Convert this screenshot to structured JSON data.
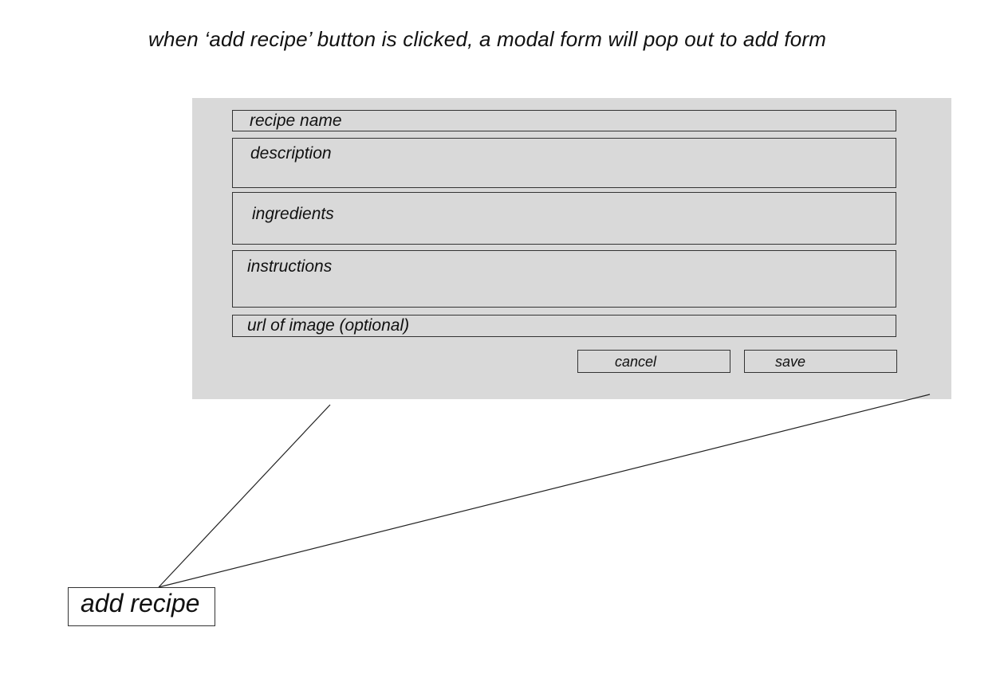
{
  "annotation": "when ‘add recipe’ button is clicked, a modal form will pop out to add form",
  "modal": {
    "fields": {
      "recipe_name": "recipe name",
      "description": "description",
      "ingredients": "ingredients",
      "instructions": "instructions",
      "image_url": "url of image (optional)"
    },
    "buttons": {
      "cancel": "cancel",
      "save": "save"
    },
    "background_color": "#d9d9d9"
  },
  "add_recipe_button": "add recipe"
}
